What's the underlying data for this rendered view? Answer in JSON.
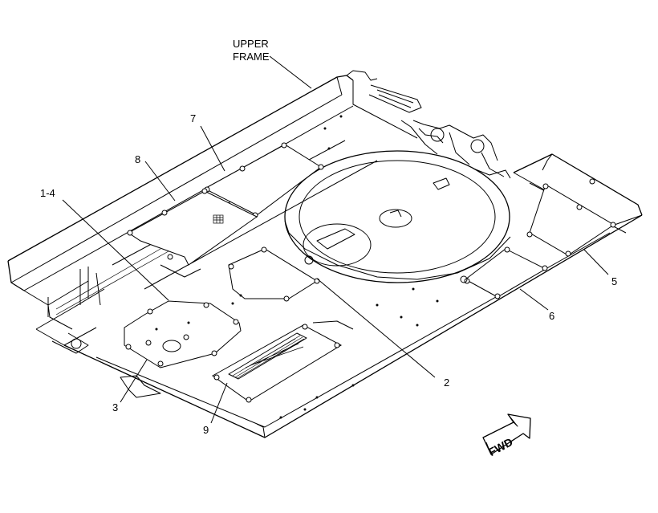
{
  "labels": {
    "upper_frame_line1": "UPPER",
    "upper_frame_line2": "FRAME",
    "callout_1_4": "1-4",
    "callout_2": "2",
    "callout_3": "3",
    "callout_5": "5",
    "callout_6": "6",
    "callout_7": "7",
    "callout_8": "8",
    "callout_9": "9",
    "fwd": "FWD"
  },
  "colors": {
    "line": "#000000",
    "background": "#ffffff"
  }
}
